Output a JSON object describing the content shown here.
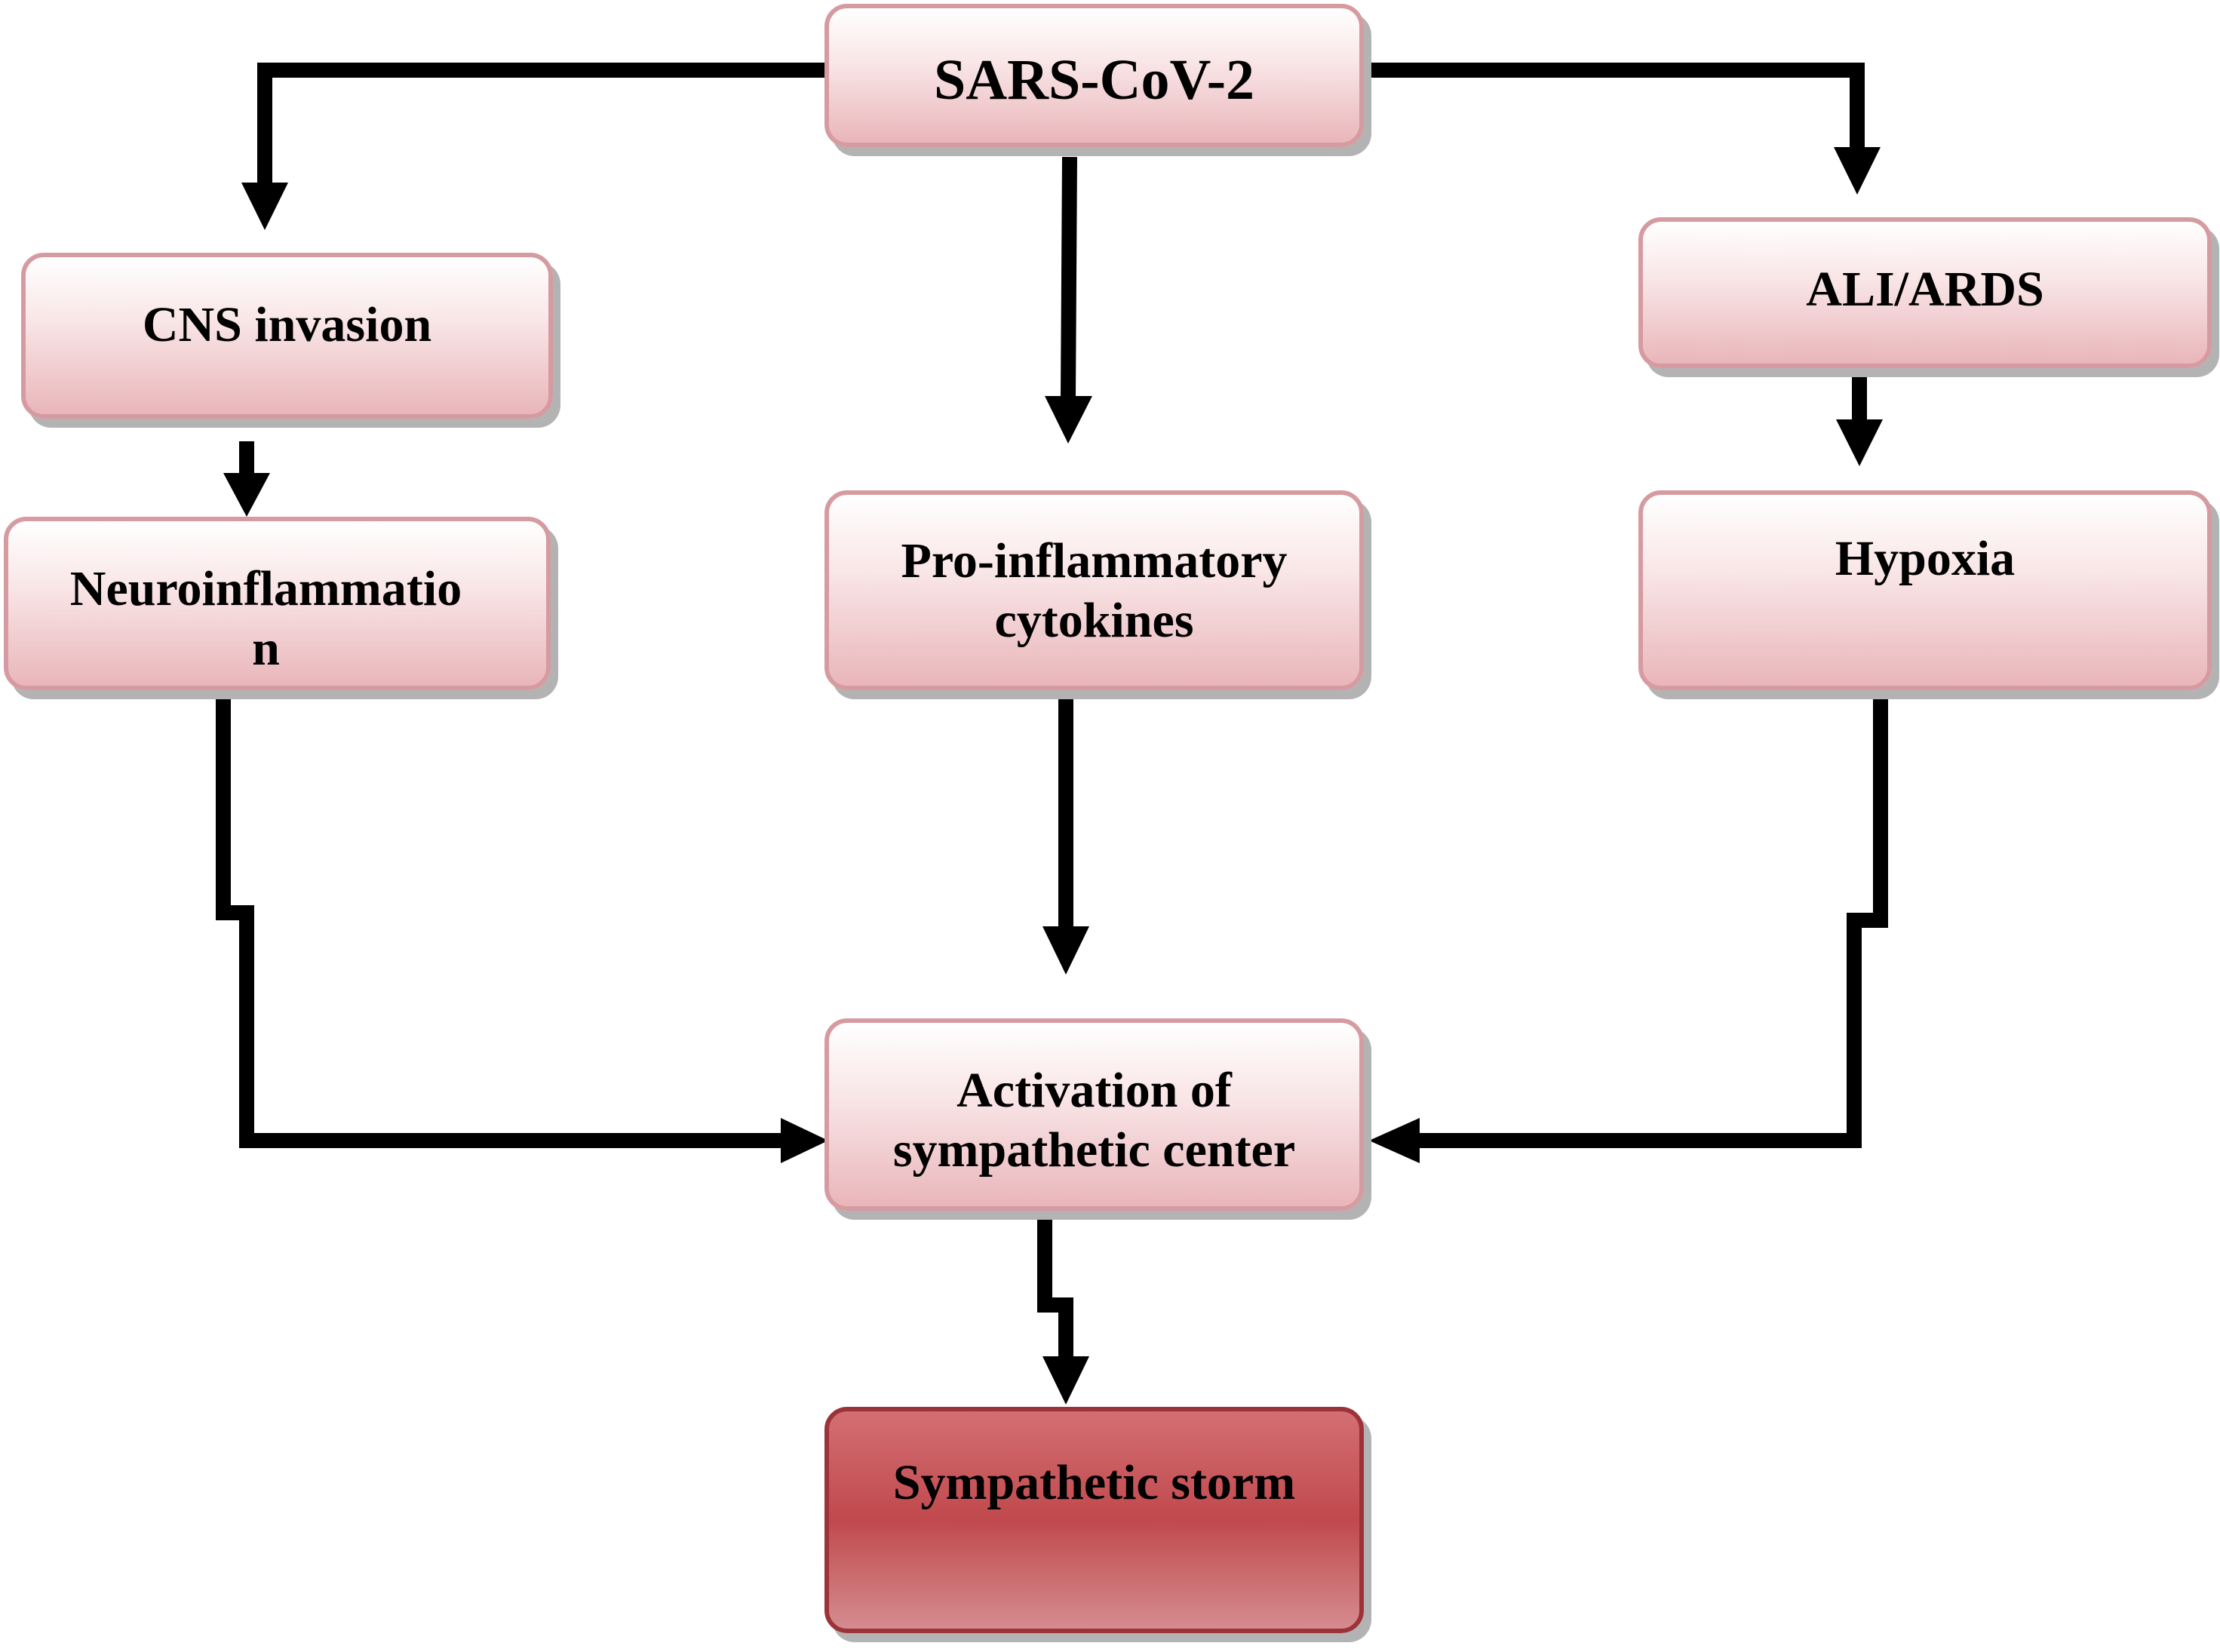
{
  "nodes": {
    "sars": "SARS-CoV-2",
    "cns": "CNS invasion",
    "neuro": "Neuroinflammatio n",
    "cytokines": "Pro-inflammatory cytokines",
    "ali": "ALI/ARDS",
    "hypoxia": "Hypoxia",
    "activation": "Activation of sympathetic center",
    "storm": "Sympathetic storm"
  },
  "colors": {
    "box_border": "#d69ba1",
    "box_fill_top": "#ffffff",
    "box_fill_bottom": "#e9b6ba",
    "final_fill": "#c0494d",
    "arrow": "#000000",
    "shadow": "#b3b3b3"
  }
}
